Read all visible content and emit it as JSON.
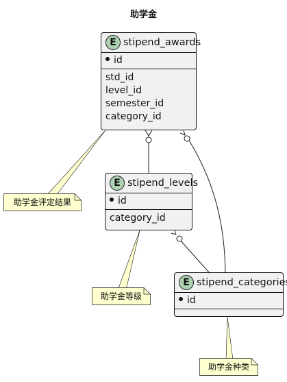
{
  "title": "助学金",
  "colors": {
    "entity_fill": "#f1f1f1",
    "badge": "#add1b2",
    "note_fill": "#fefece",
    "note_border": "#181818"
  },
  "entities": {
    "stipend_awards": {
      "badge": "E",
      "name": "stipend_awards",
      "pk": [
        "id"
      ],
      "fields": [
        "std_id",
        "level_id",
        "semester_id",
        "category_id"
      ]
    },
    "stipend_levels": {
      "badge": "E",
      "name": "stipend_levels",
      "pk": [
        "id"
      ],
      "fields": [
        "category_id"
      ]
    },
    "stipend_categories": {
      "badge": "E",
      "name": "stipend_categories",
      "pk": [
        "id"
      ],
      "fields": []
    }
  },
  "notes": {
    "awards": "助学金评定结果",
    "levels": "助学金等级",
    "categories": "助学金种类"
  },
  "relations": [
    {
      "from": "stipend_awards",
      "to": "stipend_levels",
      "from_end": "zero-or-many",
      "to_end": "one"
    },
    {
      "from": "stipend_awards",
      "to": "stipend_categories",
      "from_end": "zero-or-many",
      "to_end": "one"
    },
    {
      "from": "stipend_levels",
      "to": "stipend_categories",
      "from_end": "zero-or-many",
      "to_end": "one"
    }
  ]
}
